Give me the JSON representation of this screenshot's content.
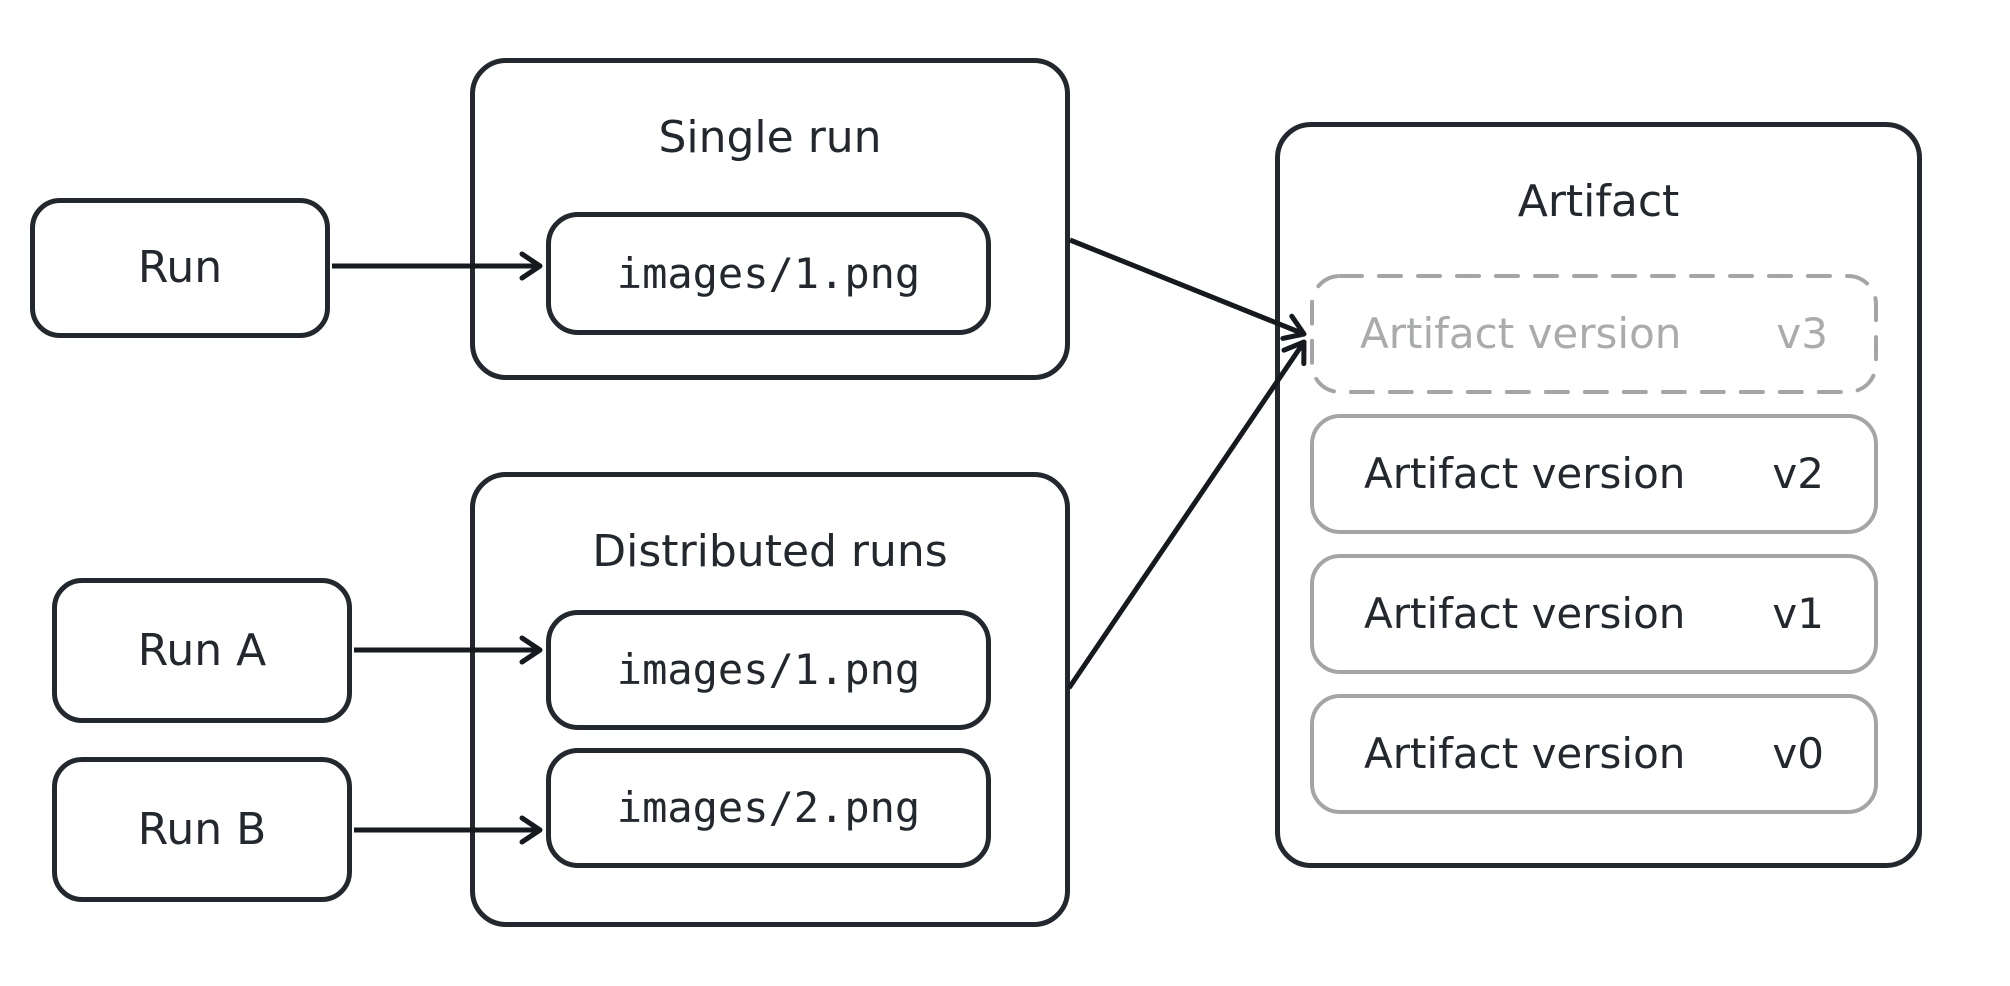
{
  "nodes": {
    "run": {
      "label": "Run"
    },
    "run_a": {
      "label": "Run A"
    },
    "run_b": {
      "label": "Run B"
    }
  },
  "single_run": {
    "title": "Single run",
    "file": "images/1.png"
  },
  "distributed_runs": {
    "title": "Distributed runs",
    "file_a": "images/1.png",
    "file_b": "images/2.png"
  },
  "artifact": {
    "title": "Artifact",
    "versions": [
      {
        "label": "Artifact version",
        "version": "v3",
        "muted": true
      },
      {
        "label": "Artifact version",
        "version": "v2",
        "muted": false
      },
      {
        "label": "Artifact version",
        "version": "v1",
        "muted": false
      },
      {
        "label": "Artifact version",
        "version": "v0",
        "muted": false
      }
    ]
  },
  "colors": {
    "ink": "#23272e",
    "arrow": "#16191d",
    "muted_border": "#a3a5a7",
    "muted_text": "#a9abad",
    "background": "#ffffff"
  }
}
